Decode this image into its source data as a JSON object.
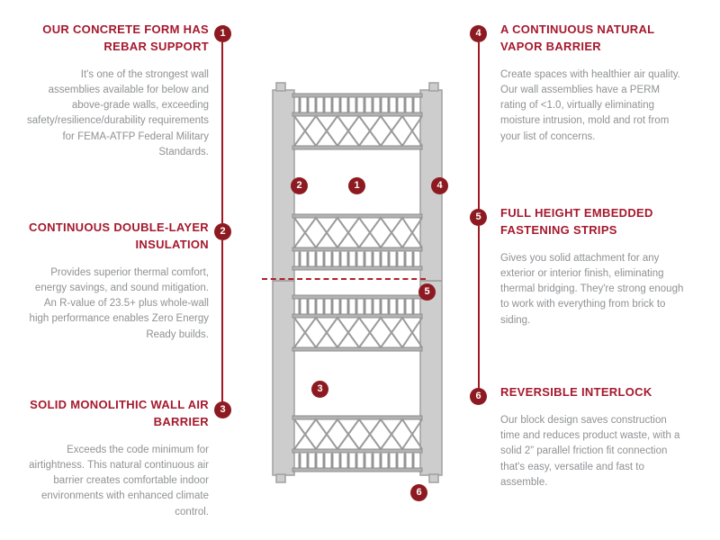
{
  "accent_color": "#a5192e",
  "badge_color": "#8d1a21",
  "diagram_gray": "#cdcdcd",
  "features_left": [
    {
      "num": "1",
      "title": "OUR CONCRETE FORM HAS REBAR SUPPORT",
      "body": "It's one of the strongest wall assemblies available for below and above-grade walls, exceeding safety/resilience/durability requirements for FEMA-ATFP Federal Military Standards."
    },
    {
      "num": "2",
      "title": "CONTINUOUS DOUBLE-LAYER INSULATION",
      "body": "Provides superior thermal comfort, energy savings, and sound mitigation. An R-value of 23.5+ plus whole-wall high performance enables Zero Energy Ready builds."
    },
    {
      "num": "3",
      "title": "SOLID MONOLITHIC WALL AIR BARRIER",
      "body": "Exceeds the code minimum for airtightness. This natural continuous air barrier creates comfortable indoor environments with enhanced climate control."
    }
  ],
  "features_right": [
    {
      "num": "4",
      "title": "A CONTINUOUS NATURAL VAPOR BARRIER",
      "body": "Create spaces with healthier air quality. Our wall assemblies have a PERM rating of <1.0, virtually eliminating moisture intrusion, mold and rot from your list of concerns."
    },
    {
      "num": "5",
      "title": "FULL HEIGHT EMBEDDED FASTENING STRIPS",
      "body": "Gives you solid attachment for any exterior or interior finish, eliminating thermal bridging. They're strong enough to work with everything from brick to siding."
    },
    {
      "num": "6",
      "title": "REVERSIBLE INTERLOCK",
      "body": "Our block design saves construction time and reduces product waste, with a solid 2” parallel friction fit connection that's easy, versatile and fast to assemble."
    }
  ]
}
